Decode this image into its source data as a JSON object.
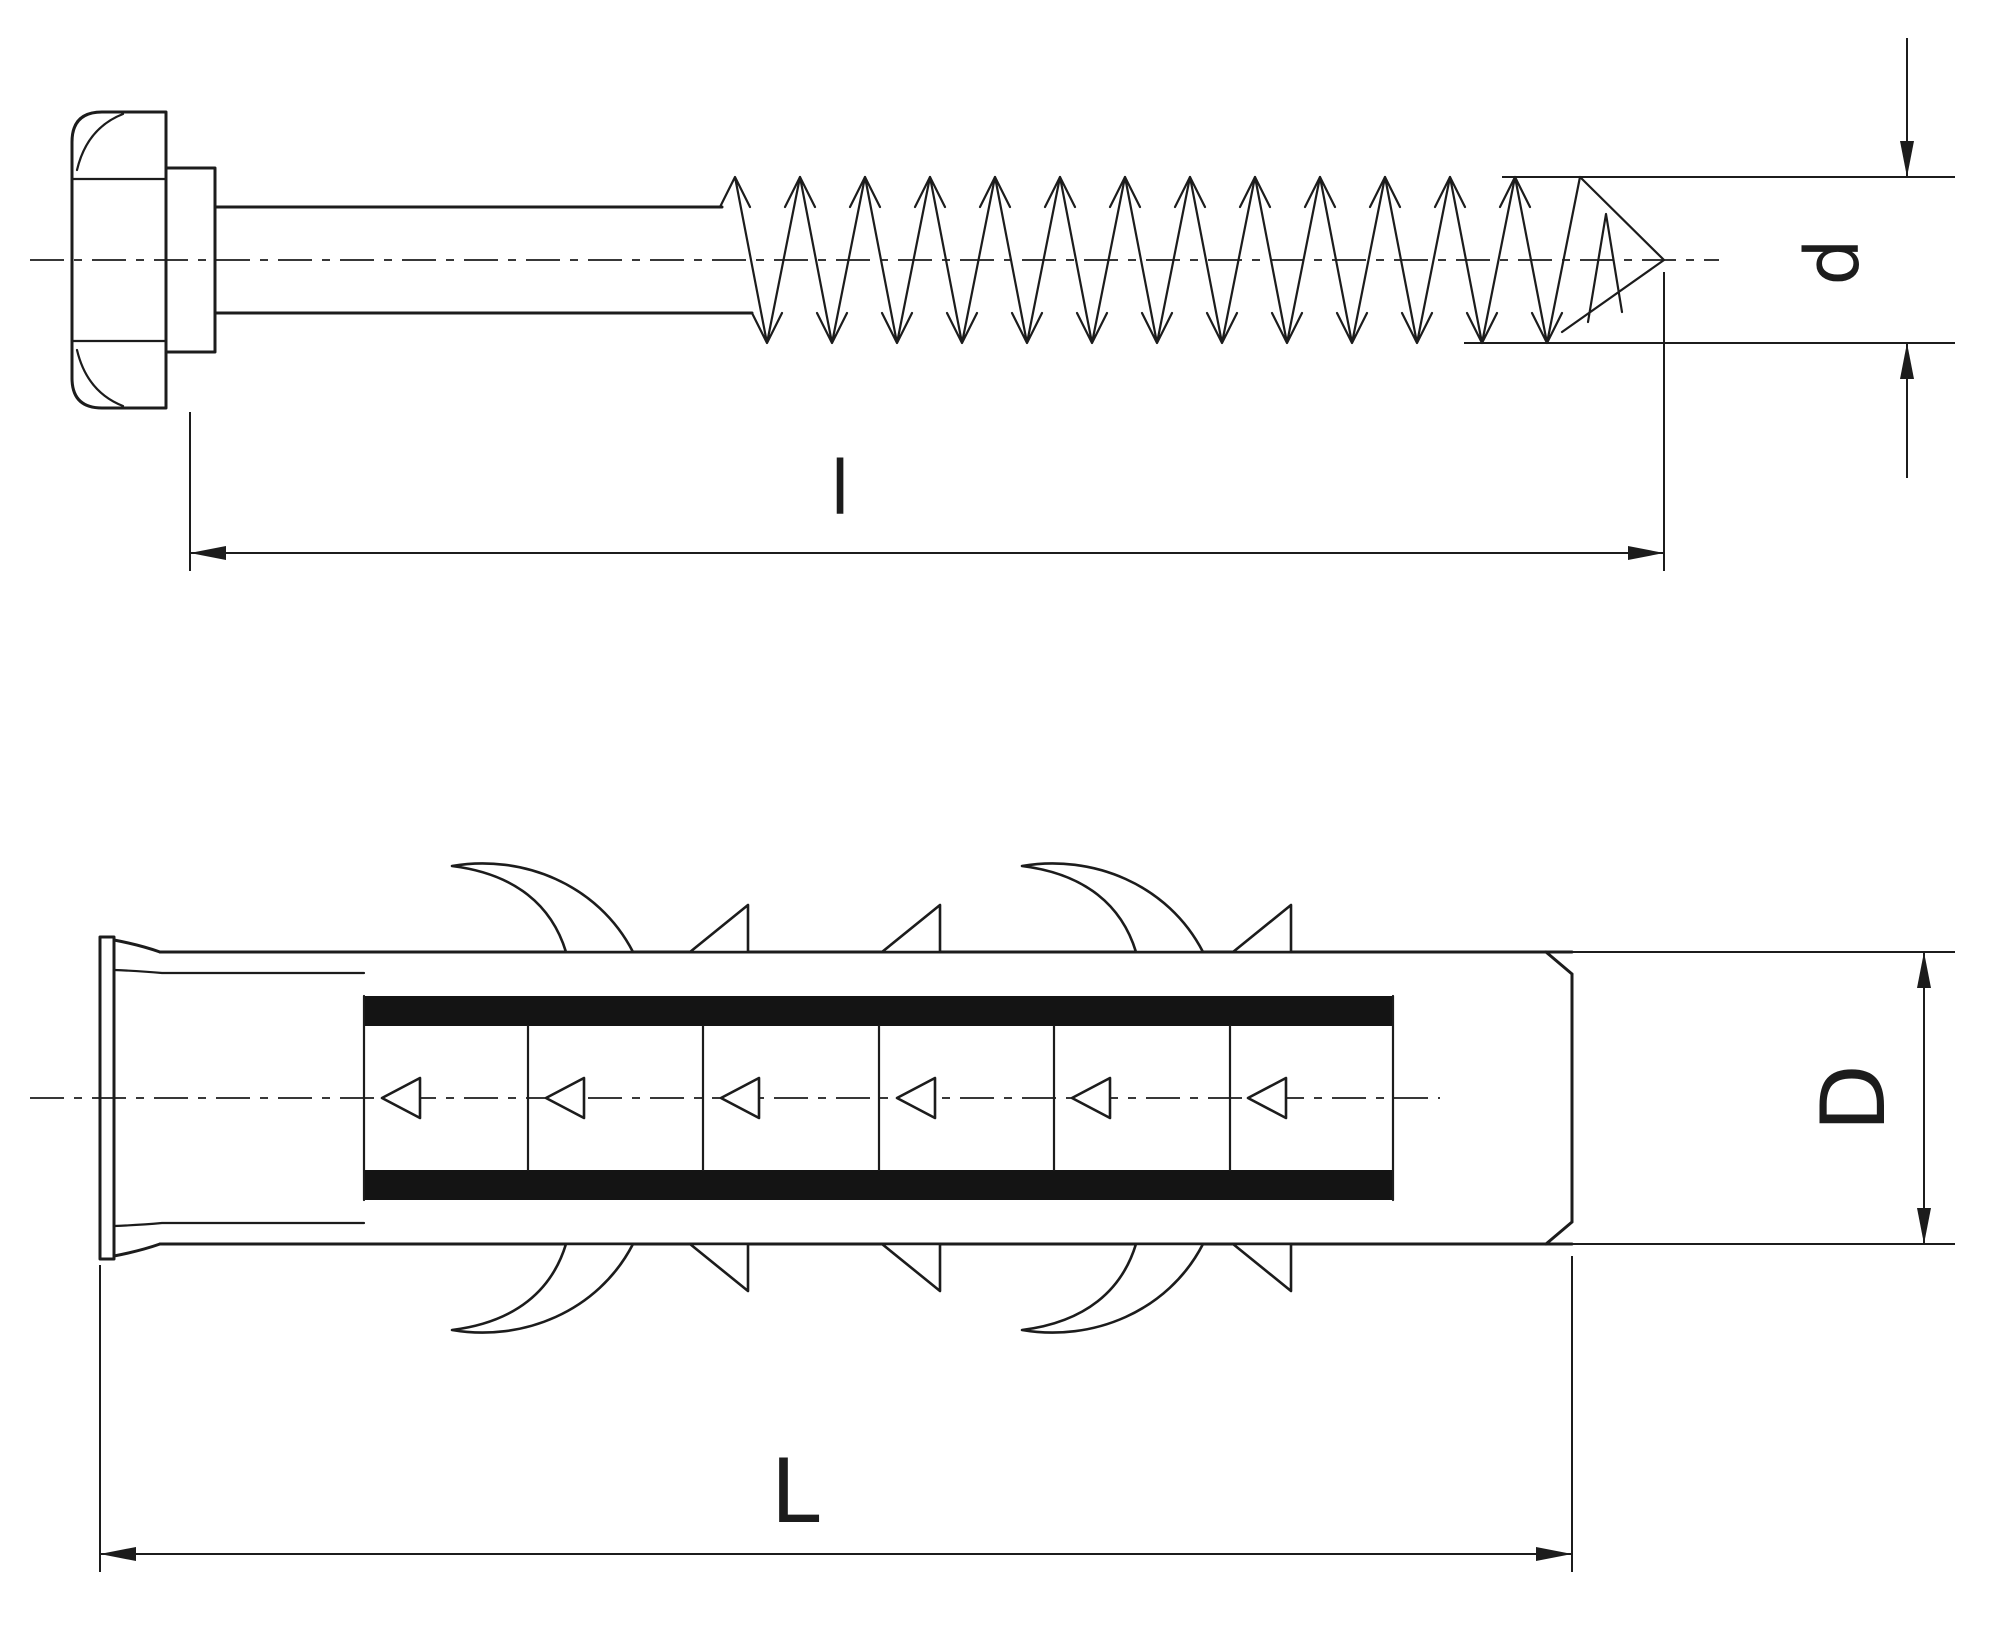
{
  "labels": {
    "screw_length": "l",
    "screw_diameter": "d",
    "anchor_length": "L",
    "anchor_diameter": "D"
  },
  "colors": {
    "line": "#1c1c1c",
    "background": "#ffffff",
    "strip": "#141414"
  }
}
